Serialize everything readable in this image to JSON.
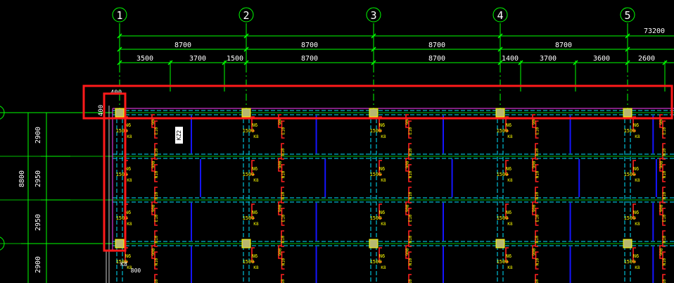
{
  "grid_bubbles": [
    "1",
    "2",
    "3",
    "4",
    "5"
  ],
  "dims_top_total": "73200",
  "dims_row1": [
    "8700",
    "8700",
    "8700",
    "8700"
  ],
  "dims_row2": [
    "3500",
    "3700",
    "1500",
    "8700",
    "8700",
    "1400",
    "3700",
    "3600",
    "2600"
  ],
  "dims_small": [
    "400",
    "400"
  ],
  "dims_left": [
    "2900",
    "2950",
    "2950",
    "2900"
  ],
  "dims_left_total": "8800",
  "column_tag": "KZ2",
  "bottom_tags": [
    "K8",
    "800"
  ],
  "rebar_labels": {
    "n6": "N6",
    "n10": "N10",
    "k8": "K8",
    "mark1500": "1500",
    "mark900": "900",
    "e10": "E10"
  },
  "colors": {
    "background": "#000000",
    "grid_axis": "#00ff00",
    "dimension": "#00ff00",
    "dim_text": "#ffffff",
    "beam": "#00e5ff",
    "rebar_blue": "#1515ff",
    "rebar_red": "#ff2020",
    "label_yellow": "#ffff00",
    "column_fill": "#b8b870",
    "highlight_box": "#ff1a1a",
    "magenta_line": "#ff40ff"
  }
}
